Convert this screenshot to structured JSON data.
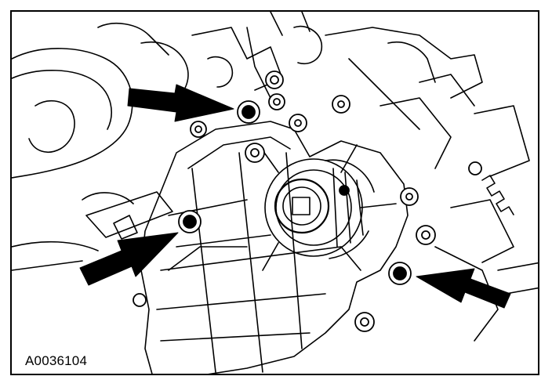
{
  "figure": {
    "label": "A0036104",
    "line_color": "#000000",
    "background": "#ffffff",
    "callout_arrows": [
      {
        "name": "callout-arrow-top-left",
        "points_to": "bolt"
      },
      {
        "name": "callout-arrow-left",
        "points_to": "bolt"
      },
      {
        "name": "callout-arrow-right",
        "points_to": "bolt"
      }
    ],
    "highlighted_bolts": 3
  }
}
